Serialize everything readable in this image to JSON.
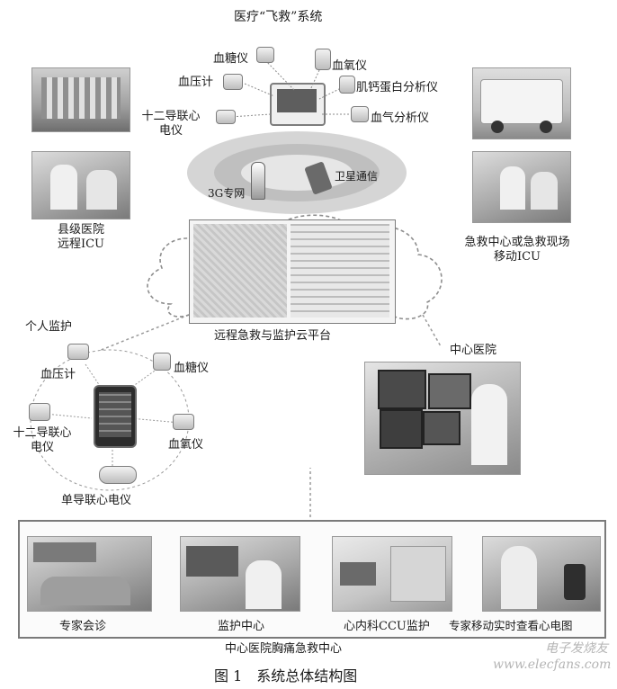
{
  "title": "医疗“飞救”系统",
  "devices_top": {
    "blood_glucose": "血糖仪",
    "blood_oxygen": "血氧仪",
    "blood_pressure": "血压计",
    "troponin": "肌钙蛋白分析仪",
    "ecg12": "十二导联心\n电仪",
    "blood_gas": "血气分析仪"
  },
  "network": {
    "g3": "3G专网",
    "satellite": "卫星通信"
  },
  "county_hospital": "县级医院\n远程ICU",
  "emergency_center": "急救中心或急救现场\n移动ICU",
  "cloud_platform": "远程急救与监护云平台",
  "personal": {
    "heading": "个人监护",
    "blood_pressure": "血压计",
    "blood_glucose": "血糖仪",
    "ecg12": "十二导联心\n电仪",
    "blood_oxygen": "血氧仪",
    "single_ecg": "单导联心电仪"
  },
  "central_hospital": "中心医院",
  "bottom": {
    "items": [
      "专家会诊",
      "监护中心",
      "心内科CCU监护",
      "专家移动实时查看心电图"
    ],
    "caption": "中心医院胸痛急救中心"
  },
  "figure_caption": "图 1　系统总体结构图",
  "watermark": "电子发烧友\nwww.elecfans.com"
}
